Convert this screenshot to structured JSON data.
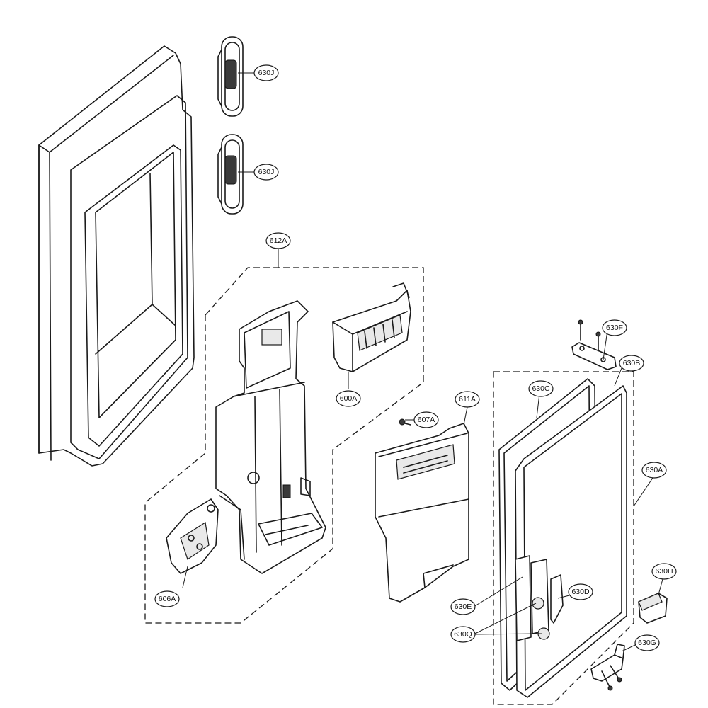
{
  "callouts": {
    "c630j_1": "630J",
    "c630j_2": "630J",
    "c612a": "612A",
    "c600a": "600A",
    "c607a": "607A",
    "c611a": "611A",
    "c630f": "630F",
    "c630b": "630B",
    "c630c": "630C",
    "c630a": "630A",
    "c630h": "630H",
    "c630d": "630D",
    "c630e": "630E",
    "c630q": "630Q",
    "c630g": "630G",
    "c606a": "606A"
  }
}
